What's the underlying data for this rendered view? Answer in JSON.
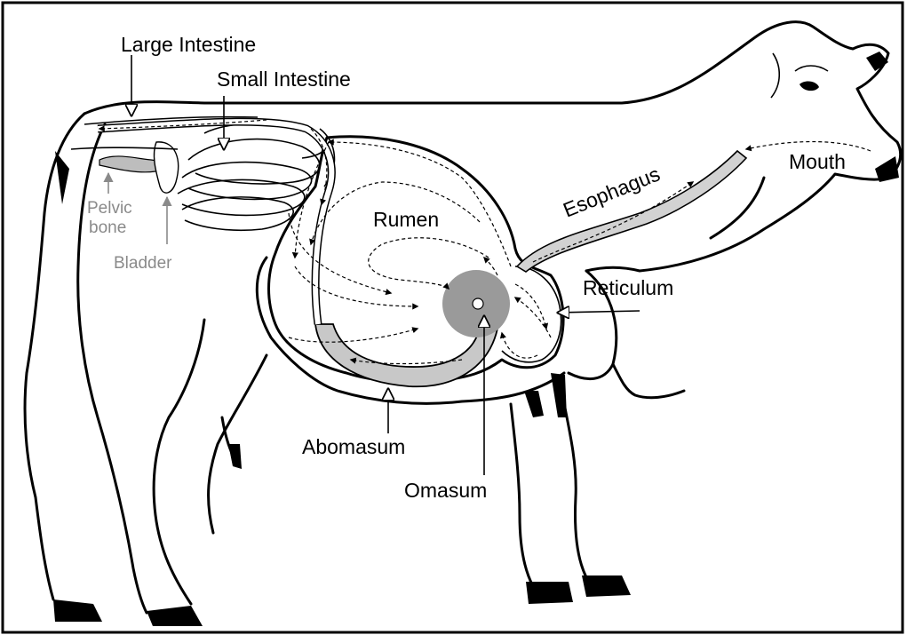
{
  "labels": {
    "large_intestine": "Large Intestine",
    "small_intestine": "Small Intestine",
    "pelvic": "Pelvic",
    "bone": "bone",
    "bladder": "Bladder",
    "rumen": "Rumen",
    "esophagus": "Esophagus",
    "mouth": "Mouth",
    "reticulum": "Reticulum",
    "abomasum": "Abomasum",
    "omasum": "Omasum"
  },
  "colors": {
    "outline": "#000000",
    "background": "#ffffff",
    "abomasum_fill": "#c8c8c8",
    "omasum_fill": "#9a9a9a",
    "esophagus_fill": "#d2d2d2",
    "secondary_label": "#8a8a8a",
    "hoof": "#000000"
  }
}
